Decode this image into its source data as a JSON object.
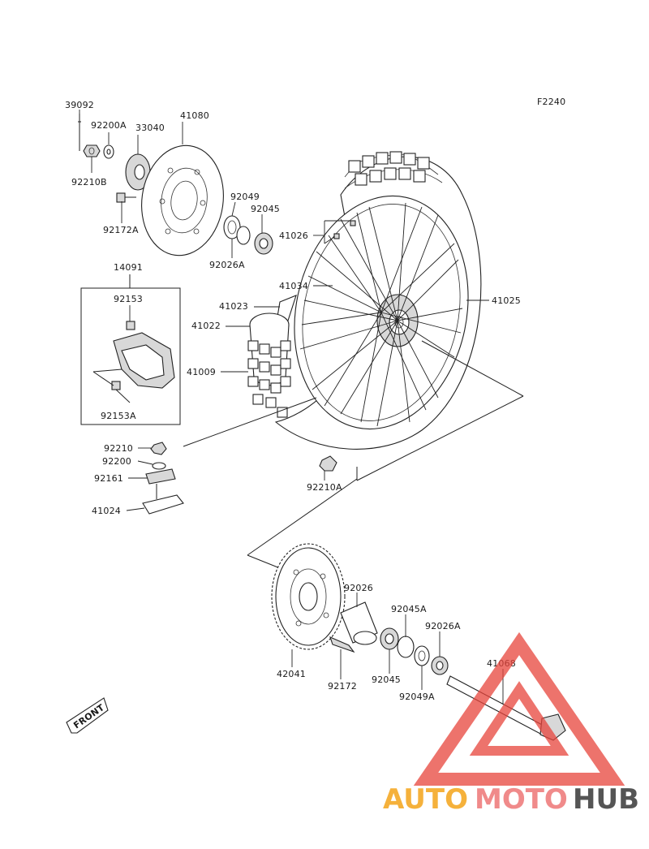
{
  "diagram_code": "F2240",
  "front_label": "FRONT",
  "watermark": {
    "part1": "AUTO",
    "part2": "MOTO",
    "part3": "HUB",
    "color1": "#f5b13b",
    "color2": "#f08a8a",
    "color3": "#555555",
    "triangle_color": "#e8453c"
  },
  "parts": {
    "p39092": "39092",
    "p92200A": "92200A",
    "p33040": "33040",
    "p41080": "41080",
    "p92210B": "92210B",
    "p92172A": "92172A",
    "p92049": "92049",
    "p92045_top": "92045",
    "p92026A_top": "92026A",
    "p41026": "41026",
    "p14091": "14091",
    "p92153": "92153",
    "p92153A": "92153A",
    "p41034": "41034",
    "p41023": "41023",
    "p41022": "41022",
    "p41009": "41009",
    "p41025": "41025",
    "p92210": "92210",
    "p92200": "92200",
    "p92161": "92161",
    "p41024": "41024",
    "p92210A": "92210A",
    "p92026": "92026",
    "p92045A": "92045A",
    "p92026A_bot": "92026A",
    "p41068": "41068",
    "p42041": "42041",
    "p92172": "92172",
    "p92045_bot": "92045",
    "p92049A": "92049A"
  }
}
